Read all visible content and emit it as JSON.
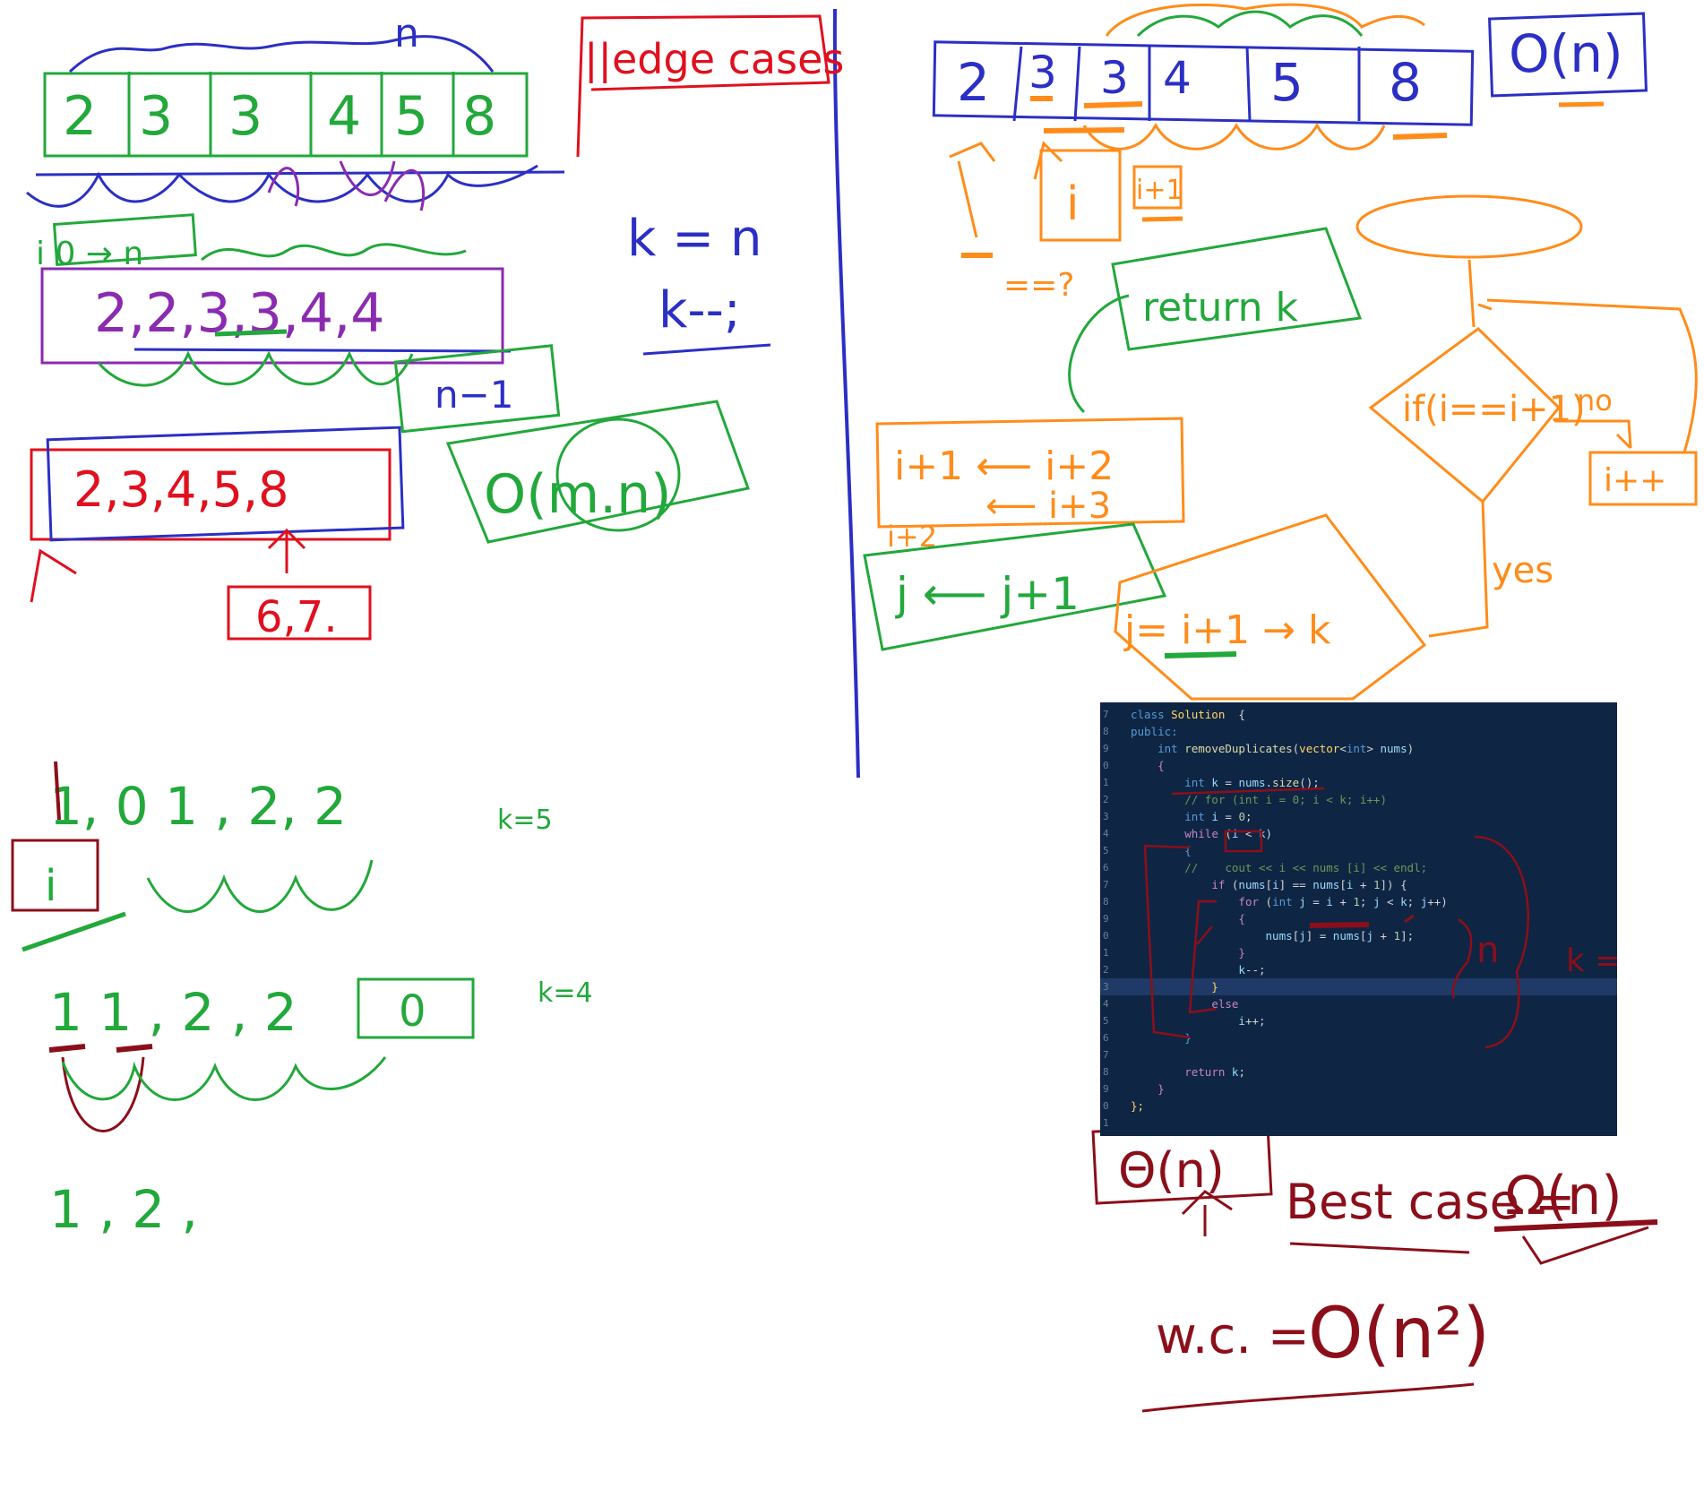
{
  "colors": {
    "blue": "#2b2fc4",
    "green": "#22a83b",
    "red": "#e0101e",
    "purple": "#8a2bb0",
    "orange": "#ff8c1a",
    "maroon": "#8b0f1a",
    "code_bg": "#0f2544"
  },
  "top_left": {
    "n_label": "n",
    "array_cells": [
      "2",
      "3",
      "3",
      "4",
      "5",
      "8"
    ],
    "i_range": "i 0 → n",
    "dup_array": "2,2,3,3,4,4",
    "n_minus_1": "n−1",
    "result_array": "2,3,4,5,8",
    "missing": "6,7.",
    "complexity": "O(m.n)"
  },
  "middle": {
    "edge_cases": "||edge cases",
    "k_eq_n": "k = n",
    "k_dec": "k--;"
  },
  "top_right": {
    "array_cells": [
      "2",
      "3",
      "3",
      "4",
      "5",
      "8"
    ],
    "complexity": "O(n)",
    "i_label": "i",
    "i1_label": "i+1",
    "eq_q": "==?",
    "return_k": "return k",
    "shift_1": "i+1 ⟵ i+2",
    "shift_2": "⟵ i+3",
    "i2": "i+2",
    "j_rule": "j ⟵ j+1",
    "j_eq": "j= i+1 → k",
    "decision": "if(i==i+1)",
    "no": "no",
    "yes": "yes",
    "inc": "i++"
  },
  "bottom_left": {
    "row1": "1, 0  1 , 2, 2",
    "k5": "k=5",
    "i_box": "i",
    "row2": "1  1 , 2 , 2",
    "zero_box": "0",
    "k4": "k=4",
    "row3": "1 , 2 ,"
  },
  "code": {
    "lines": [
      {
        "num": "7",
        "tokens": [
          [
            "k",
            "class "
          ],
          [
            "t",
            "Solution"
          ],
          [
            "",
            "  {"
          ]
        ]
      },
      {
        "num": "8",
        "tokens": [
          [
            "k",
            "public:"
          ]
        ]
      },
      {
        "num": "9",
        "tokens": [
          [
            "",
            "    "
          ],
          [
            "k",
            "int "
          ],
          [
            "f",
            "removeDuplicates"
          ],
          [
            "",
            "("
          ],
          [
            "t",
            "vector"
          ],
          [
            "",
            "<"
          ],
          [
            "k",
            "int"
          ],
          [
            "",
            "&gt; "
          ],
          [
            "v",
            "nums"
          ],
          [
            "",
            ")"
          ]
        ]
      },
      {
        "num": "0",
        "tokens": [
          [
            "p",
            "    {"
          ]
        ]
      },
      {
        "num": "1",
        "tokens": [
          [
            "",
            "        "
          ],
          [
            "k",
            "int "
          ],
          [
            "v",
            "k"
          ],
          [
            "",
            " = "
          ],
          [
            "v",
            "nums"
          ],
          [
            "",
            "."
          ],
          [
            "f",
            "size"
          ],
          [
            "",
            "();"
          ]
        ]
      },
      {
        "num": "2",
        "tokens": [
          [
            "c",
            "        // for (int i = 0; i < k; i++)"
          ]
        ]
      },
      {
        "num": "3",
        "tokens": [
          [
            "",
            "        "
          ],
          [
            "k",
            "int "
          ],
          [
            "v",
            "i"
          ],
          [
            "",
            " = "
          ],
          [
            "n",
            "0"
          ],
          [
            "",
            ";"
          ]
        ]
      },
      {
        "num": "4",
        "tokens": [
          [
            "",
            "        "
          ],
          [
            "p",
            "while "
          ],
          [
            "",
            "("
          ],
          [
            "v",
            "i"
          ],
          [
            "",
            " < "
          ],
          [
            "v",
            "k"
          ],
          [
            "",
            ")"
          ]
        ]
      },
      {
        "num": "5",
        "tokens": [
          [
            "k",
            "        {"
          ]
        ]
      },
      {
        "num": "6",
        "tokens": [
          [
            "c",
            "        //    cout << i << nums [i] << endl;"
          ]
        ]
      },
      {
        "num": "7",
        "tokens": [
          [
            "",
            "            "
          ],
          [
            "p",
            "if "
          ],
          [
            "",
            "("
          ],
          [
            "v",
            "nums"
          ],
          [
            "",
            "["
          ],
          [
            "v",
            "i"
          ],
          [
            "",
            "] == "
          ],
          [
            "v",
            "nums"
          ],
          [
            "",
            "["
          ],
          [
            "v",
            "i"
          ],
          [
            "",
            " + "
          ],
          [
            "n",
            "1"
          ],
          [
            "",
            "]) {"
          ]
        ]
      },
      {
        "num": "8",
        "tokens": [
          [
            "",
            "                "
          ],
          [
            "p",
            "for "
          ],
          [
            "",
            "("
          ],
          [
            "k",
            "int "
          ],
          [
            "v",
            "j"
          ],
          [
            "",
            " = "
          ],
          [
            "v",
            "i"
          ],
          [
            "",
            " + "
          ],
          [
            "n",
            "1"
          ],
          [
            "",
            "; "
          ],
          [
            "v",
            "j"
          ],
          [
            "",
            " < "
          ],
          [
            "v",
            "k"
          ],
          [
            "",
            "; "
          ],
          [
            "v",
            "j"
          ],
          [
            "",
            "++)"
          ]
        ]
      },
      {
        "num": "9",
        "tokens": [
          [
            "p",
            "                {"
          ]
        ]
      },
      {
        "num": "0",
        "tokens": [
          [
            "",
            "                    "
          ],
          [
            "v",
            "nums"
          ],
          [
            "",
            "["
          ],
          [
            "v",
            "j"
          ],
          [
            "",
            "] = "
          ],
          [
            "v",
            "nums"
          ],
          [
            "",
            "["
          ],
          [
            "v",
            "j"
          ],
          [
            "",
            " + "
          ],
          [
            "n",
            "1"
          ],
          [
            "",
            "];"
          ]
        ]
      },
      {
        "num": "1",
        "tokens": [
          [
            "p",
            "                }"
          ]
        ]
      },
      {
        "num": "2",
        "tokens": [
          [
            "",
            "                "
          ],
          [
            "v",
            "k"
          ],
          [
            "",
            "--;"
          ]
        ]
      },
      {
        "num": "3",
        "tokens": [
          [
            "t",
            "            }"
          ]
        ]
      },
      {
        "num": "4",
        "tokens": [
          [
            "",
            "            "
          ],
          [
            "p",
            "else"
          ]
        ]
      },
      {
        "num": "5",
        "tokens": [
          [
            "",
            "                "
          ],
          [
            "v",
            "i"
          ],
          [
            "",
            "++;"
          ]
        ]
      },
      {
        "num": "6",
        "tokens": [
          [
            "k",
            "        }"
          ]
        ]
      },
      {
        "num": "7",
        "tokens": []
      },
      {
        "num": "8",
        "tokens": [
          [
            "",
            "        "
          ],
          [
            "p",
            "return "
          ],
          [
            "v",
            "k"
          ],
          [
            "",
            ";"
          ]
        ]
      },
      {
        "num": "9",
        "tokens": [
          [
            "p",
            "    }"
          ]
        ]
      },
      {
        "num": "0",
        "tokens": [
          [
            "t",
            "};"
          ]
        ]
      },
      {
        "num": "1",
        "tokens": []
      }
    ],
    "highlight_line": 16,
    "annot_n": "n",
    "annot_kn": "k = n"
  },
  "bottom_right": {
    "theta": "Θ(n)",
    "best": "Best case =",
    "omega": "Ω(n)",
    "worst_lhs": "w.c. =",
    "worst_rhs": "O(n²)"
  }
}
